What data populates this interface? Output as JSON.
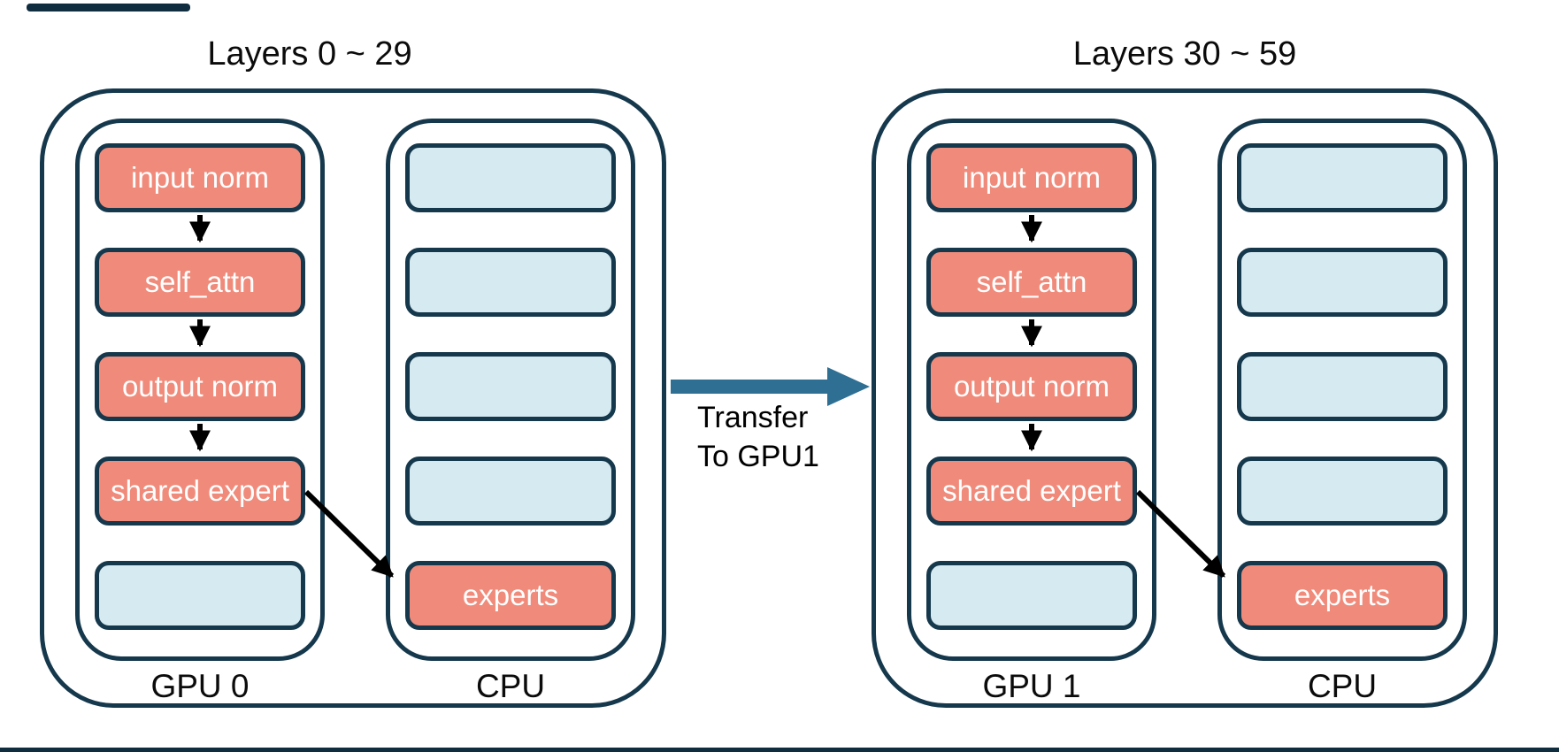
{
  "groups": [
    {
      "title": "Layers 0 ~ 29",
      "gpu": {
        "label": "GPU 0",
        "boxes": [
          "input norm",
          "self_attn",
          "output norm",
          "shared expert",
          ""
        ]
      },
      "cpu": {
        "label": "CPU",
        "boxes": [
          "",
          "",
          "",
          "",
          "experts"
        ]
      }
    },
    {
      "title": "Layers 30 ~ 59",
      "gpu": {
        "label": "GPU 1",
        "boxes": [
          "input norm",
          "self_attn",
          "output norm",
          "shared expert",
          ""
        ]
      },
      "cpu": {
        "label": "CPU",
        "boxes": [
          "",
          "",
          "",
          "",
          "experts"
        ]
      }
    }
  ],
  "transfer": {
    "line1": "Transfer",
    "line2": "To GPU1"
  },
  "colors": {
    "border_dark": "#15384C",
    "module_salmon": "#F08B7B",
    "module_light_blue": "#D6EAF1",
    "transfer_arrow_blue": "#2E6F93",
    "accent_bar": "#0F2D3E"
  }
}
